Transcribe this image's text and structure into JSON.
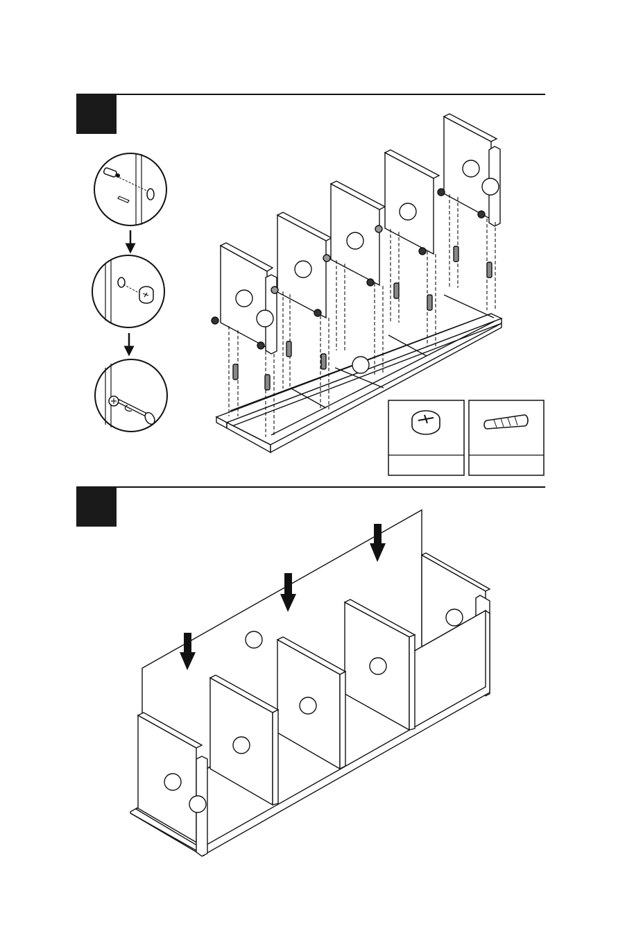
{
  "steps": [
    {
      "number": "",
      "color": "#1a1a1a"
    },
    {
      "number": "",
      "color": "#1a1a1a"
    }
  ],
  "hardware": [
    {
      "name": "cam-lock",
      "label": ""
    },
    {
      "name": "wood-dowel",
      "label": ""
    }
  ],
  "part_labels": {
    "step1": [
      "",
      "",
      "",
      "",
      "",
      "",
      "",
      ""
    ],
    "step2": [
      "",
      "",
      "",
      "",
      "",
      "",
      "",
      ""
    ]
  },
  "detail_icons": [
    "cam-bolt-insert",
    "cam-lock-insert",
    "screwdriver-tighten"
  ]
}
